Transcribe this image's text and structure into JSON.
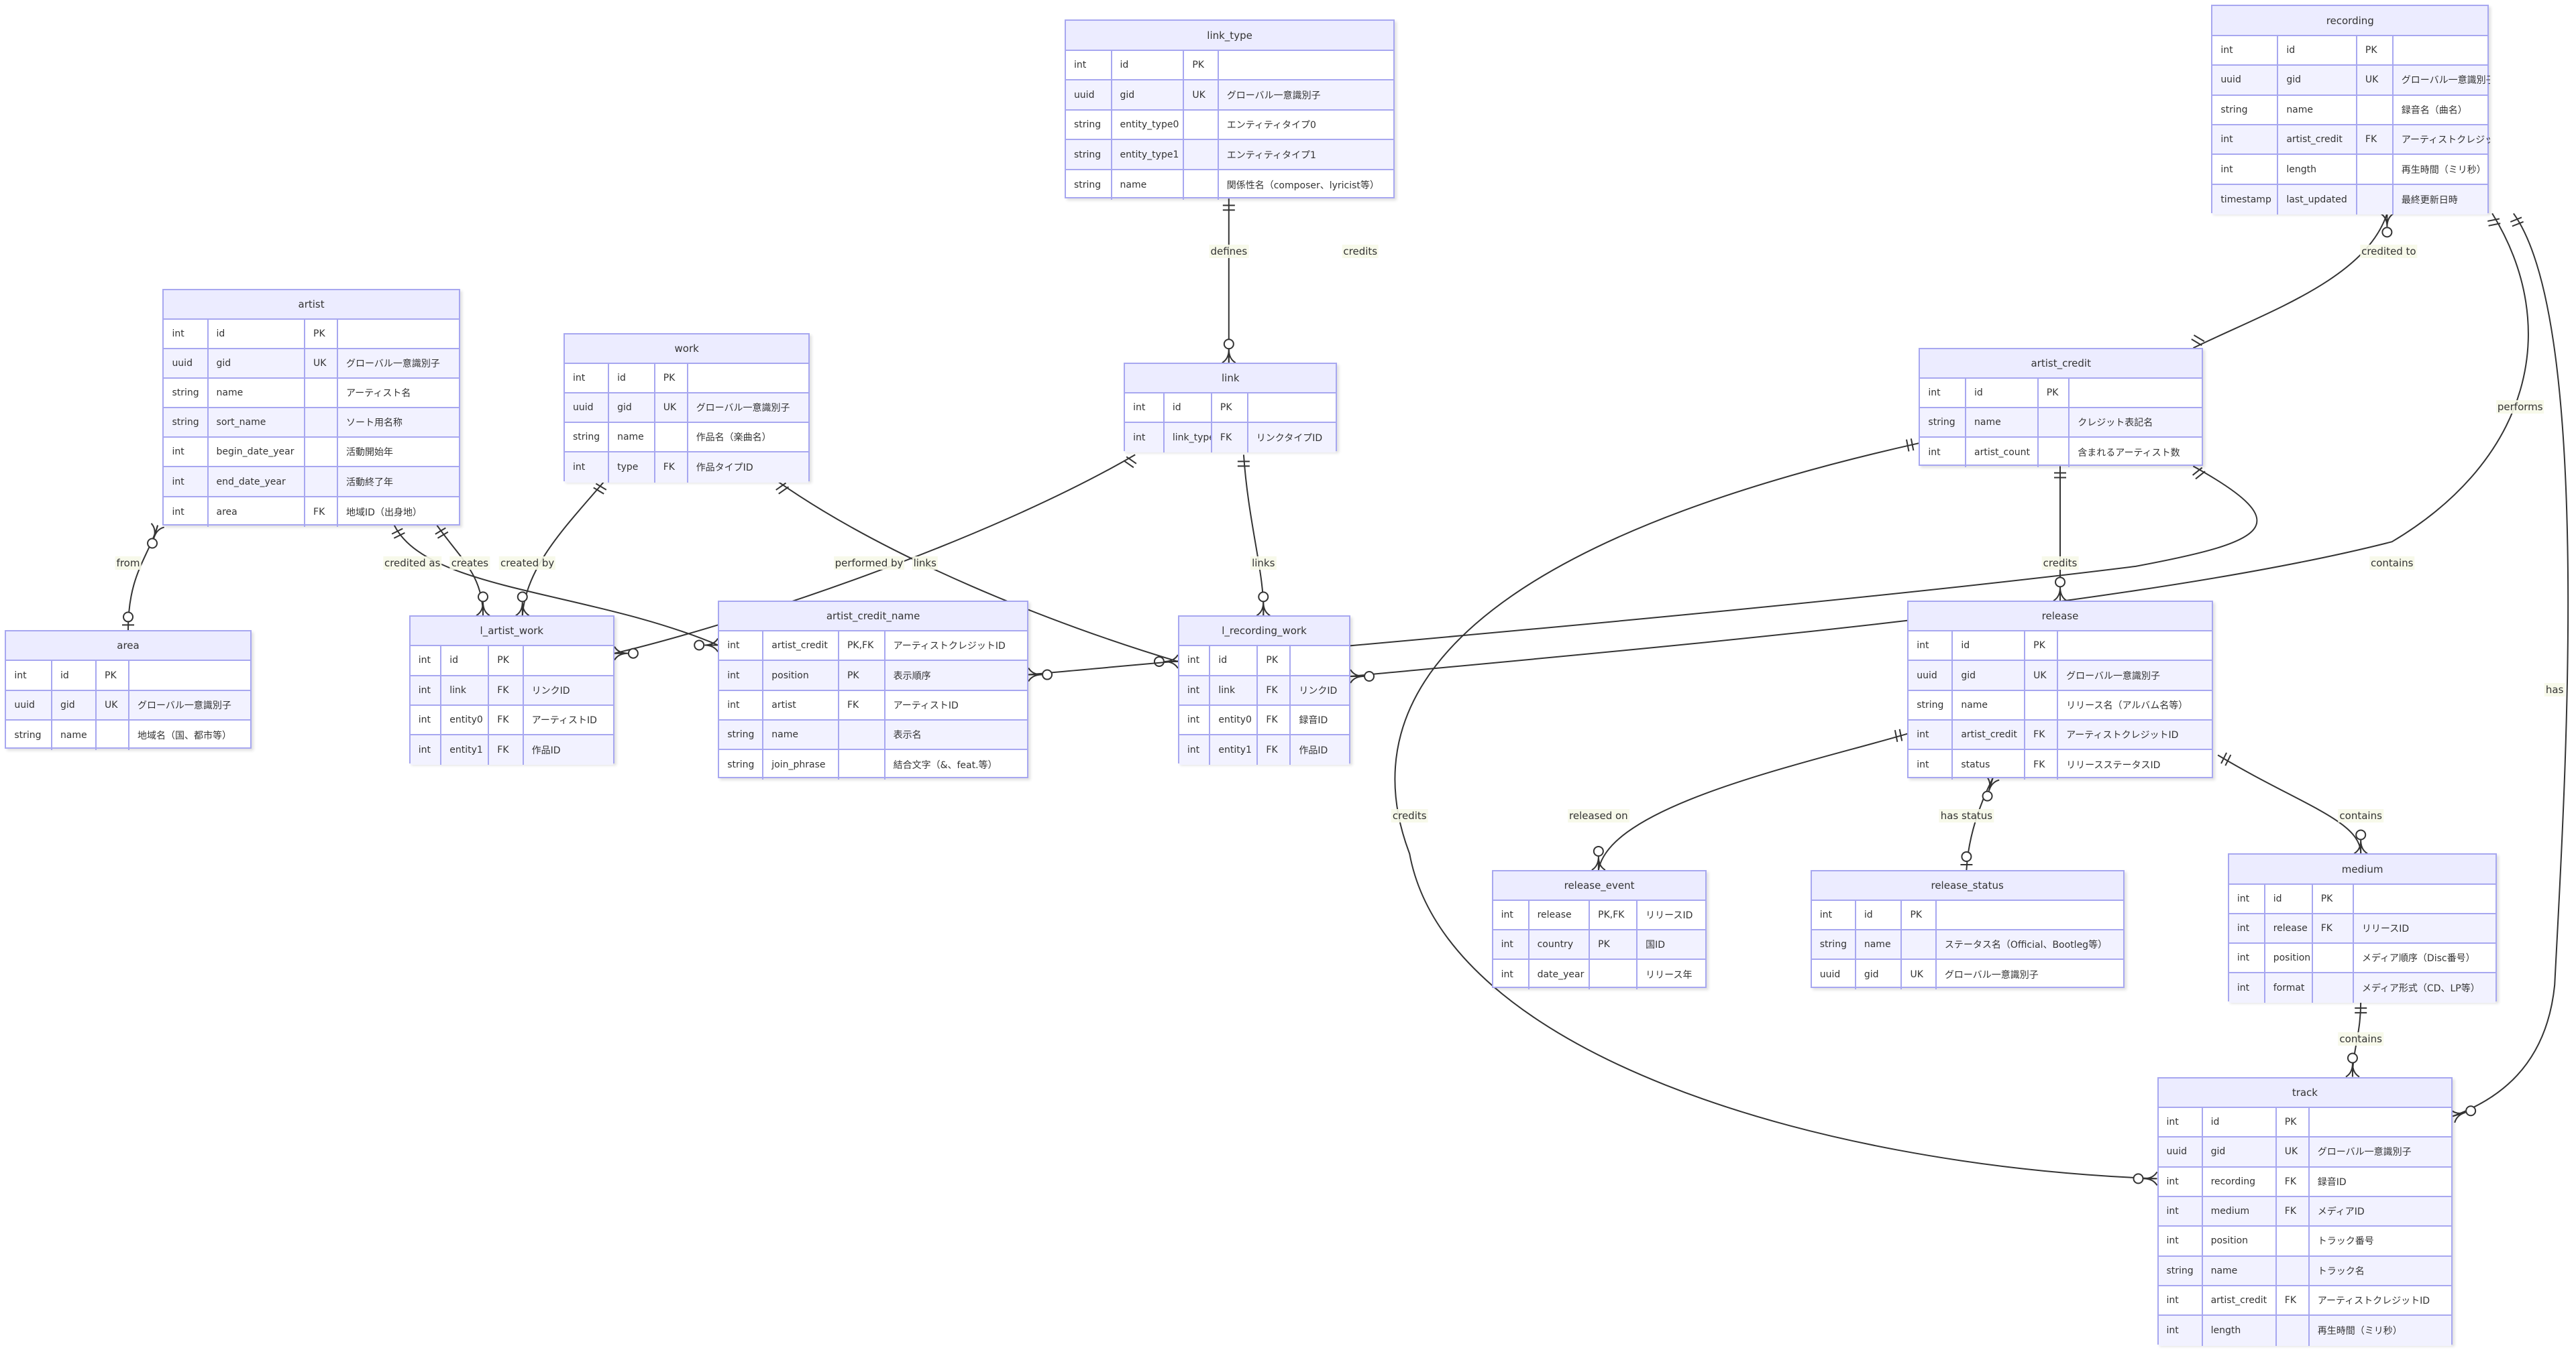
{
  "entities": {
    "link_type": {
      "title": "link_type",
      "rows": [
        [
          "int",
          "id",
          "PK",
          ""
        ],
        [
          "uuid",
          "gid",
          "UK",
          "グローバル一意識別子"
        ],
        [
          "string",
          "entity_type0",
          "",
          "エンティティタイプ0"
        ],
        [
          "string",
          "entity_type1",
          "",
          "エンティティタイプ1"
        ],
        [
          "string",
          "name",
          "",
          "関係性名（composer、lyricist等）"
        ]
      ]
    },
    "recording": {
      "title": "recording",
      "rows": [
        [
          "int",
          "id",
          "PK",
          ""
        ],
        [
          "uuid",
          "gid",
          "UK",
          "グローバル一意識別子"
        ],
        [
          "string",
          "name",
          "",
          "録音名（曲名）"
        ],
        [
          "int",
          "artist_credit",
          "FK",
          "アーティストクレジットID"
        ],
        [
          "int",
          "length",
          "",
          "再生時間（ミリ秒）"
        ],
        [
          "timestamp",
          "last_updated",
          "",
          "最終更新日時"
        ]
      ]
    },
    "artist": {
      "title": "artist",
      "rows": [
        [
          "int",
          "id",
          "PK",
          ""
        ],
        [
          "uuid",
          "gid",
          "UK",
          "グローバル一意識別子"
        ],
        [
          "string",
          "name",
          "",
          "アーティスト名"
        ],
        [
          "string",
          "sort_name",
          "",
          "ソート用名称"
        ],
        [
          "int",
          "begin_date_year",
          "",
          "活動開始年"
        ],
        [
          "int",
          "end_date_year",
          "",
          "活動終了年"
        ],
        [
          "int",
          "area",
          "FK",
          "地域ID（出身地）"
        ]
      ]
    },
    "work": {
      "title": "work",
      "rows": [
        [
          "int",
          "id",
          "PK",
          ""
        ],
        [
          "uuid",
          "gid",
          "UK",
          "グローバル一意識別子"
        ],
        [
          "string",
          "name",
          "",
          "作品名（楽曲名）"
        ],
        [
          "int",
          "type",
          "FK",
          "作品タイプID"
        ]
      ]
    },
    "link": {
      "title": "link",
      "rows": [
        [
          "int",
          "id",
          "PK",
          ""
        ],
        [
          "int",
          "link_type",
          "FK",
          "リンクタイプID"
        ]
      ]
    },
    "artist_credit": {
      "title": "artist_credit",
      "rows": [
        [
          "int",
          "id",
          "PK",
          ""
        ],
        [
          "string",
          "name",
          "",
          "クレジット表記名"
        ],
        [
          "int",
          "artist_count",
          "",
          "含まれるアーティスト数"
        ]
      ]
    },
    "area": {
      "title": "area",
      "rows": [
        [
          "int",
          "id",
          "PK",
          ""
        ],
        [
          "uuid",
          "gid",
          "UK",
          "グローバル一意識別子"
        ],
        [
          "string",
          "name",
          "",
          "地域名（国、都市等）"
        ]
      ]
    },
    "l_artist_work": {
      "title": "l_artist_work",
      "rows": [
        [
          "int",
          "id",
          "PK",
          ""
        ],
        [
          "int",
          "link",
          "FK",
          "リンクID"
        ],
        [
          "int",
          "entity0",
          "FK",
          "アーティストID"
        ],
        [
          "int",
          "entity1",
          "FK",
          "作品ID"
        ]
      ]
    },
    "artist_credit_name": {
      "title": "artist_credit_name",
      "rows": [
        [
          "int",
          "artist_credit",
          "PK,FK",
          "アーティストクレジットID"
        ],
        [
          "int",
          "position",
          "PK",
          "表示順序"
        ],
        [
          "int",
          "artist",
          "FK",
          "アーティストID"
        ],
        [
          "string",
          "name",
          "",
          "表示名"
        ],
        [
          "string",
          "join_phrase",
          "",
          "結合文字（&、feat.等）"
        ]
      ]
    },
    "l_recording_work": {
      "title": "l_recording_work",
      "rows": [
        [
          "int",
          "id",
          "PK",
          ""
        ],
        [
          "int",
          "link",
          "FK",
          "リンクID"
        ],
        [
          "int",
          "entity0",
          "FK",
          "録音ID"
        ],
        [
          "int",
          "entity1",
          "FK",
          "作品ID"
        ]
      ]
    },
    "release": {
      "title": "release",
      "rows": [
        [
          "int",
          "id",
          "PK",
          ""
        ],
        [
          "uuid",
          "gid",
          "UK",
          "グローバル一意識別子"
        ],
        [
          "string",
          "name",
          "",
          "リリース名（アルバム名等）"
        ],
        [
          "int",
          "artist_credit",
          "FK",
          "アーティストクレジットID"
        ],
        [
          "int",
          "status",
          "FK",
          "リリースステータスID"
        ]
      ]
    },
    "release_event": {
      "title": "release_event",
      "rows": [
        [
          "int",
          "release",
          "PK,FK",
          "リリースID"
        ],
        [
          "int",
          "country",
          "PK",
          "国ID"
        ],
        [
          "int",
          "date_year",
          "",
          "リリース年"
        ]
      ]
    },
    "release_status": {
      "title": "release_status",
      "rows": [
        [
          "int",
          "id",
          "PK",
          ""
        ],
        [
          "string",
          "name",
          "",
          "ステータス名（Official、Bootleg等）"
        ],
        [
          "uuid",
          "gid",
          "UK",
          "グローバル一意識別子"
        ]
      ]
    },
    "medium": {
      "title": "medium",
      "rows": [
        [
          "int",
          "id",
          "PK",
          ""
        ],
        [
          "int",
          "release",
          "FK",
          "リリースID"
        ],
        [
          "int",
          "position",
          "",
          "メディア順序（Disc番号）"
        ],
        [
          "int",
          "format",
          "",
          "メディア形式（CD、LP等）"
        ]
      ]
    },
    "track": {
      "title": "track",
      "rows": [
        [
          "int",
          "id",
          "PK",
          ""
        ],
        [
          "uuid",
          "gid",
          "UK",
          "グローバル一意識別子"
        ],
        [
          "int",
          "recording",
          "FK",
          "録音ID"
        ],
        [
          "int",
          "medium",
          "FK",
          "メディアID"
        ],
        [
          "int",
          "position",
          "",
          "トラック番号"
        ],
        [
          "string",
          "name",
          "",
          "トラック名"
        ],
        [
          "int",
          "artist_credit",
          "FK",
          "アーティストクレジットID"
        ],
        [
          "int",
          "length",
          "",
          "再生時間（ミリ秒）"
        ]
      ]
    }
  },
  "relationships": [
    {
      "label": "defines"
    },
    {
      "label": "credits"
    },
    {
      "label": "from"
    },
    {
      "label": "credited as"
    },
    {
      "label": "creates"
    },
    {
      "label": "created by"
    },
    {
      "label": "performed by"
    },
    {
      "label": "links"
    },
    {
      "label": "links"
    },
    {
      "label": "credited to"
    },
    {
      "label": "performs"
    },
    {
      "label": "credits"
    },
    {
      "label": "contains"
    },
    {
      "label": "has"
    },
    {
      "label": "credits"
    },
    {
      "label": "released on"
    },
    {
      "label": "has status"
    },
    {
      "label": "contains"
    },
    {
      "label": "contains"
    }
  ],
  "colors": {
    "header": "#ececff",
    "border": "#a7a7f0",
    "row_alt": "#f2f2ff",
    "line": "#333333"
  }
}
